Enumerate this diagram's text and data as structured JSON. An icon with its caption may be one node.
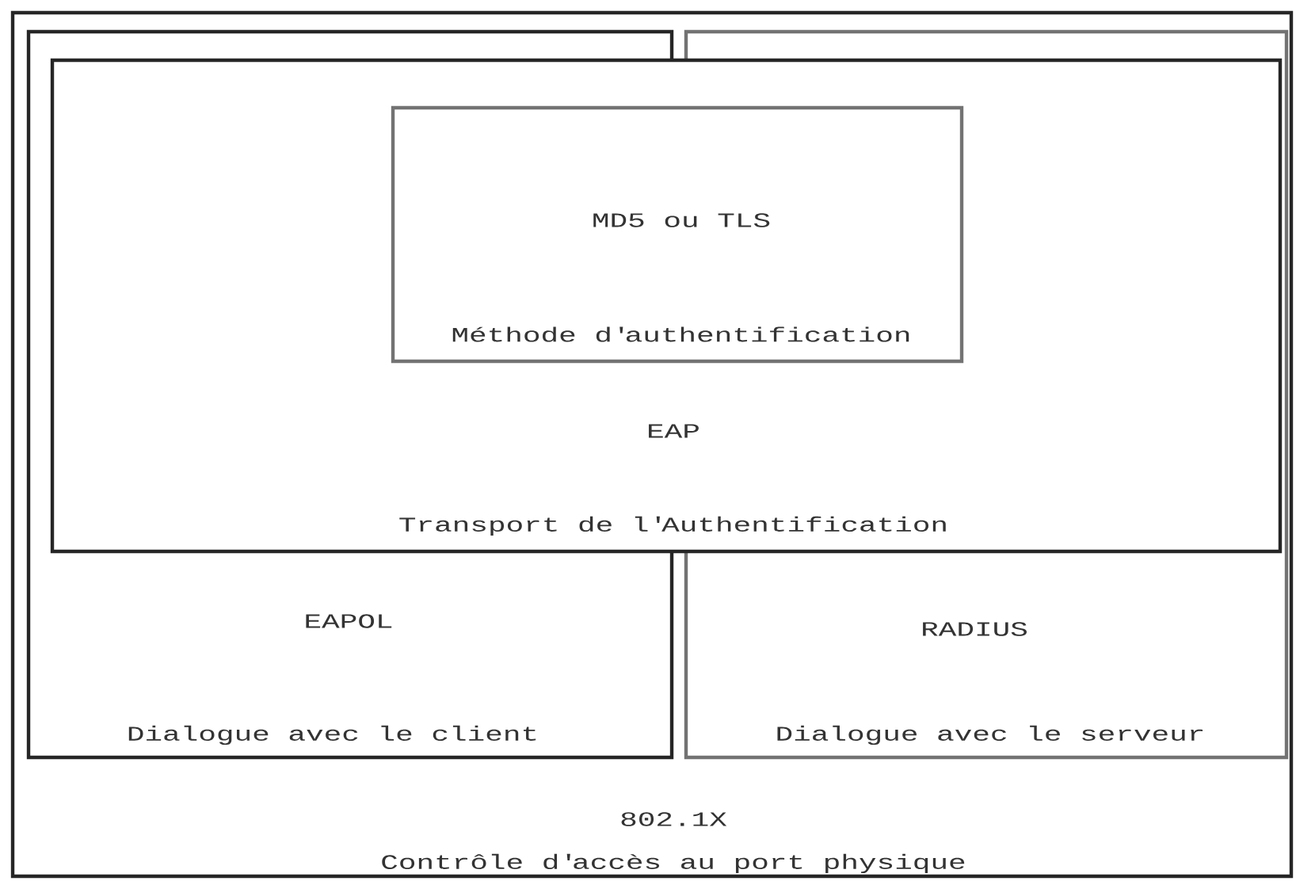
{
  "diagram": {
    "nodes": [
      {
        "text": [
          "802.1X",
          "Contrôle d'accès au port physique"
        ]
      },
      {
        "text": [
          "EAPOL",
          "Dialogue avec le client"
        ],
        "in": 0
      },
      {
        "text": [
          "RADIUS",
          "Dialogue avec le serveur"
        ],
        "in": 0
      },
      {
        "text": [
          "EAP",
          "Transport de l'Authentification"
        ],
        "in": 0
      },
      {
        "text": [
          "MD5 ou TLS",
          "Méthode d'authentification"
        ],
        "in": 3
      }
    ]
  }
}
